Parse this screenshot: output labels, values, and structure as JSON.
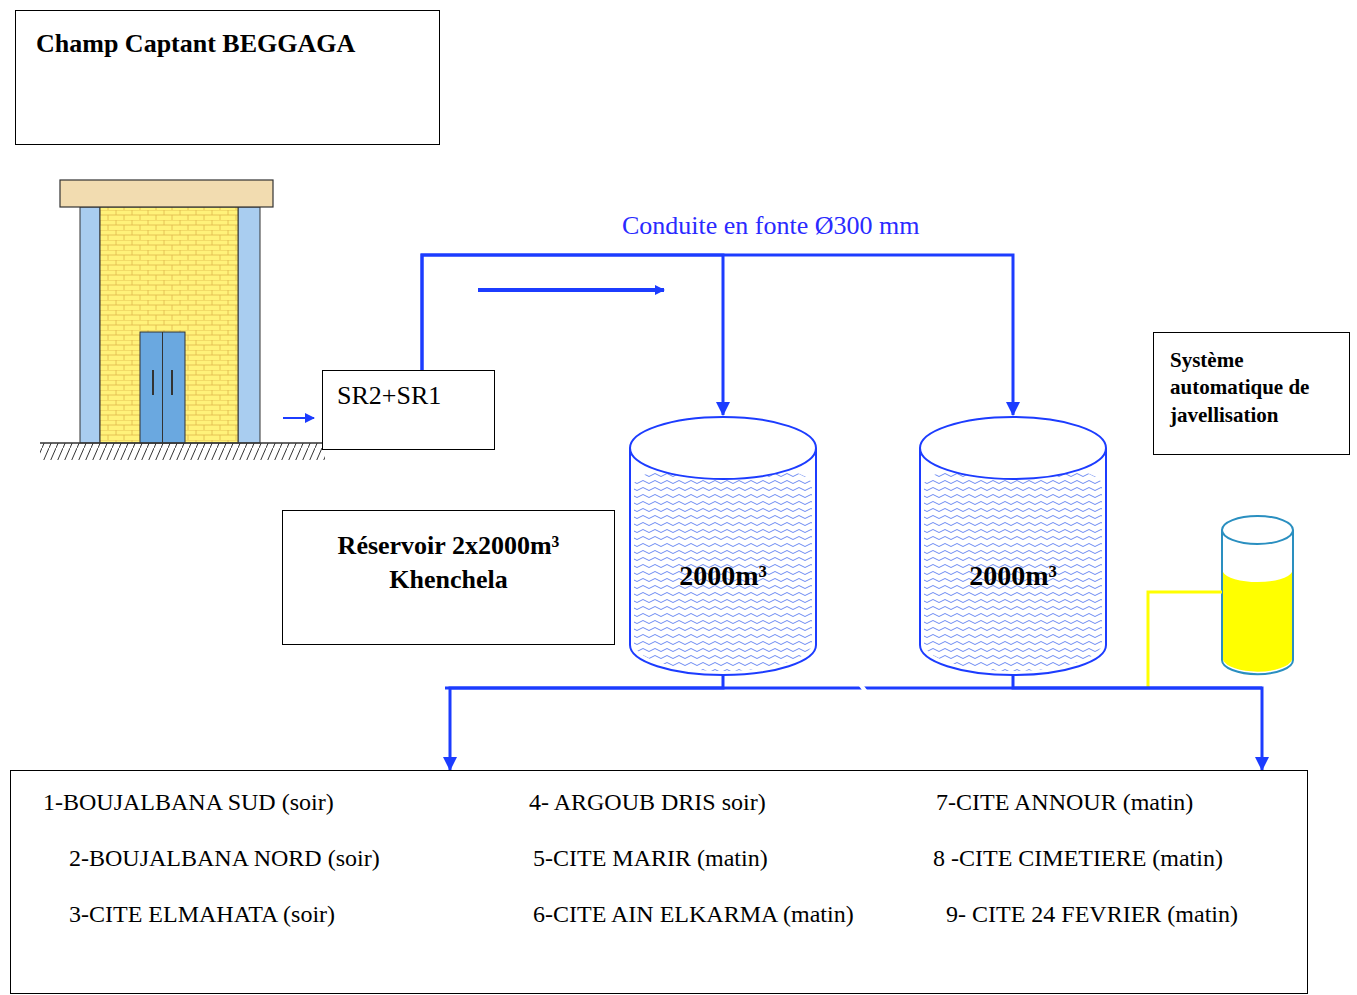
{
  "diagram": {
    "nodes": [
      {
        "text": [
          "Champ Captant BEGGAGA"
        ]
      },
      {
        "text": [
          "SR2+SR1"
        ]
      },
      {
        "text": [
          "Système automatique de javellisation"
        ]
      },
      {
        "text": [
          "Réservoir 2x2000m³ Khenchela"
        ]
      },
      {
        "text": [
          "2000m³"
        ]
      },
      {
        "text": [
          "2000m³"
        ]
      },
      {
        "text": [
          "1-BOUJALBANA SUD (soir)",
          "2-BOUJALBANA NORD (soir)",
          "3-CITE ELMAHATA (soir)",
          "4- ARGOUB DRIS soir)",
          "5-CITE MARIR (matin)",
          "6-CITE AIN ELKARMA (matin)",
          "7-CITE ANNOUR (matin)",
          "8 -CITE CIMETIERE (matin)",
          "9- CITE 24 FEVRIER (matin)"
        ]
      }
    ],
    "edges": [
      {
        "from": 1,
        "to": 4,
        "arrow": "to",
        "label": "Conduite en fonte Ø300 mm"
      },
      {
        "from": 1,
        "to": 5,
        "arrow": "to"
      },
      {
        "from": 4,
        "to": 6,
        "arrow": "to"
      },
      {
        "from": 5,
        "to": 6,
        "arrow": "to"
      }
    ]
  }
}
